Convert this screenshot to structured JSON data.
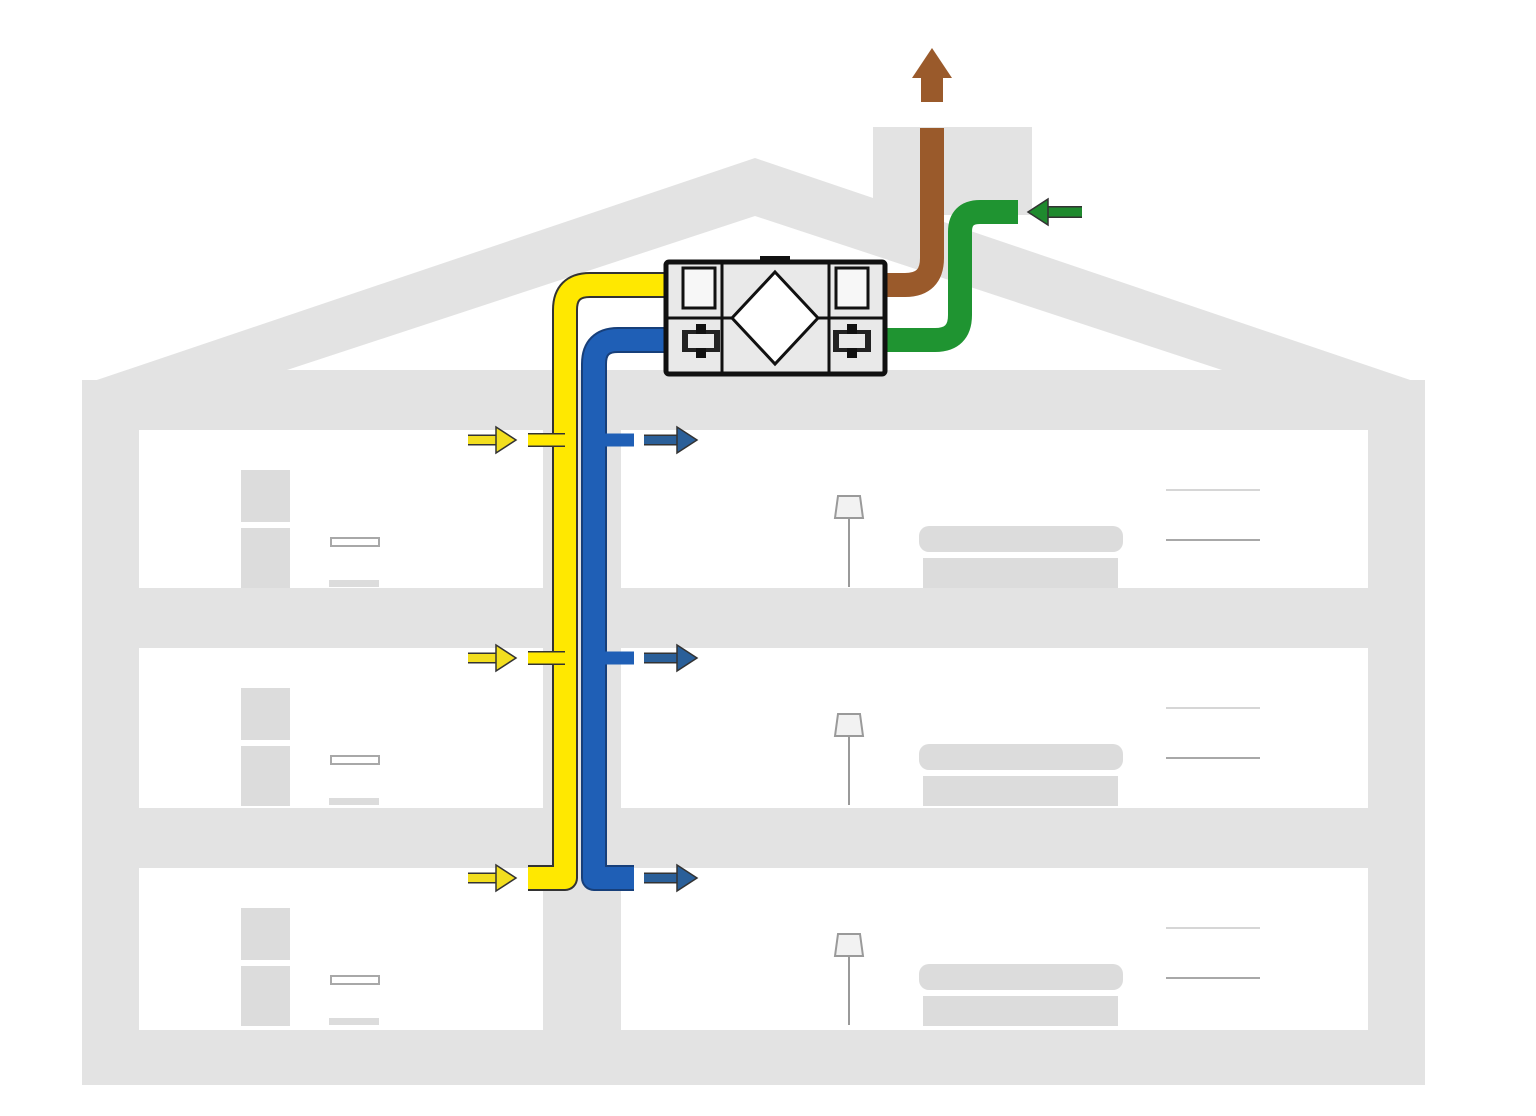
{
  "colors": {
    "building": "#e3e3e3",
    "room": "#ffffff",
    "furniture": "#dcdcdc",
    "furniture_line": "#a8a8a8",
    "extract_air": "#ffe800",
    "supply_air": "#1f5fb6",
    "exhaust_air": "#9a5a2b",
    "fresh_air": "#1f9431",
    "extract_arrow": "#f2de1f",
    "supply_arrow": "#2a5f99",
    "fresh_arrow": "#1f8a2e",
    "unit_body": "#e9e9e9",
    "unit_outline": "#111111"
  },
  "floors": [
    {
      "level": 3,
      "rooms": [
        "wardrobe-room",
        "living-room"
      ]
    },
    {
      "level": 2,
      "rooms": [
        "wardrobe-room",
        "living-room"
      ]
    },
    {
      "level": 1,
      "rooms": [
        "wardrobe-room",
        "living-room"
      ]
    }
  ],
  "ducts": [
    "extract-air-duct",
    "supply-air-duct",
    "exhaust-air-duct",
    "fresh-air-duct"
  ],
  "unit": {
    "icon": "heat-recovery-unit-icon",
    "fans": 2,
    "heat_exchanger": "cross-flow"
  }
}
